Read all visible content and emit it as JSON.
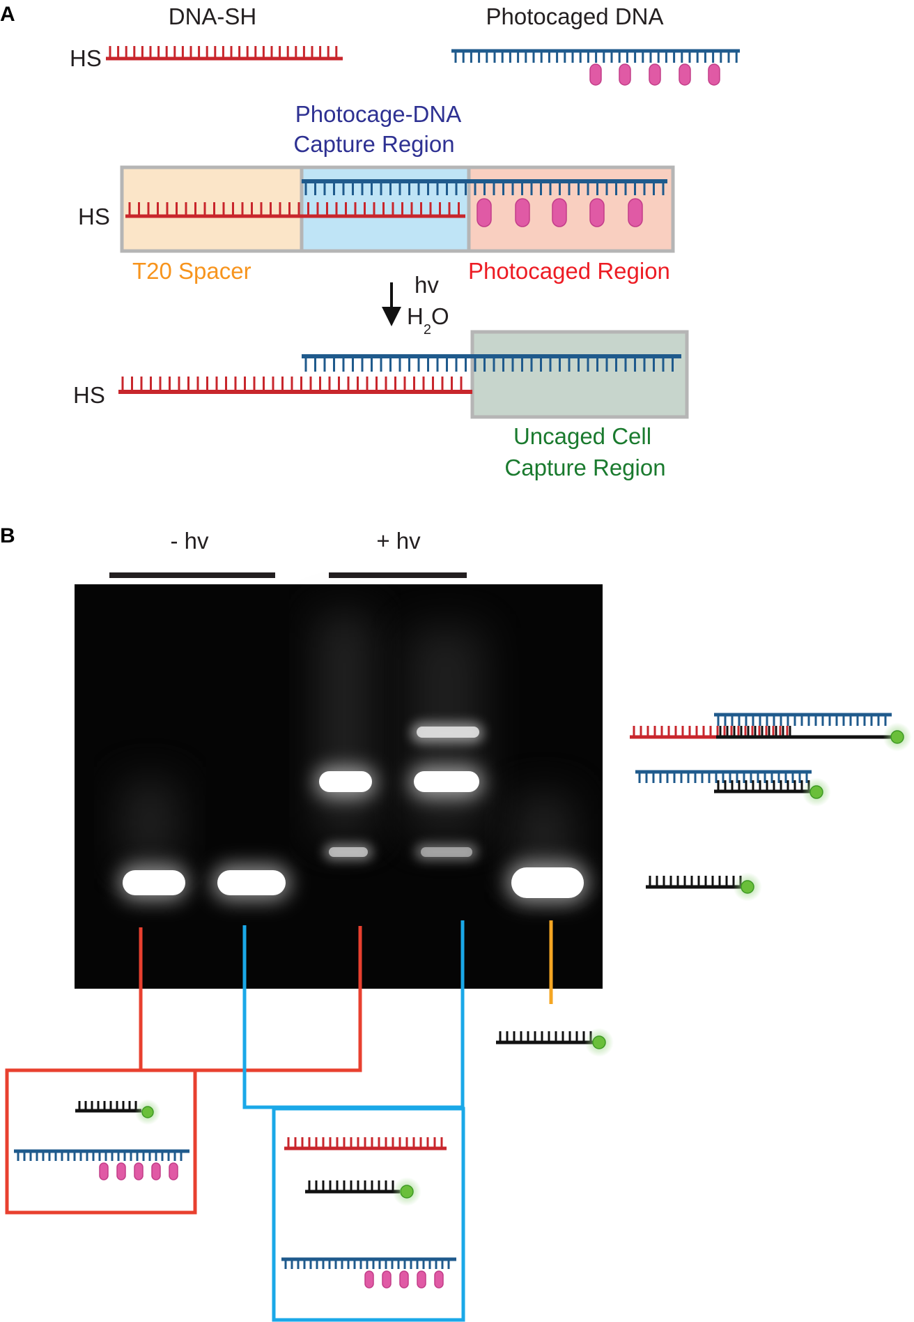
{
  "panel_a": {
    "letter": "A",
    "dna_sh_label": "DNA-SH",
    "photocaged_dna_label": "Photocaged DNA",
    "hs": "HS",
    "capture_region_line1": "Photocage-DNA",
    "capture_region_line2": "Capture Region",
    "t20_spacer": "T20 Spacer",
    "photocaged_region": "Photocaged Region",
    "hv": "hv",
    "h2o_main": "H",
    "h2o_sub": "2",
    "h2o_o": "O",
    "uncaged_line1": "Uncaged Cell",
    "uncaged_line2": "Capture Region"
  },
  "panel_b": {
    "letter": "B",
    "minus_hv": "- hv",
    "plus_hv": "+ hv"
  },
  "colors": {
    "red_strand": "#c8262c",
    "blue_strand": "#1f5a8c",
    "photocage": "#e05aa5",
    "black_strand": "#111111",
    "fluor": "#6abf3a",
    "spacer_box": "#fbe5c8",
    "capture_box": "#bfe4f6",
    "caged_box": "#f9cfc0",
    "uncaged_box": "#c7d5cc",
    "red_connector": "#e8402f",
    "blue_connector": "#1aa8e8",
    "orange_connector": "#f5a623",
    "t20_text": "#f7941d",
    "capture_text": "#2e3192",
    "caged_text": "#ed1c24",
    "uncaged_text": "#1a7a2e"
  }
}
